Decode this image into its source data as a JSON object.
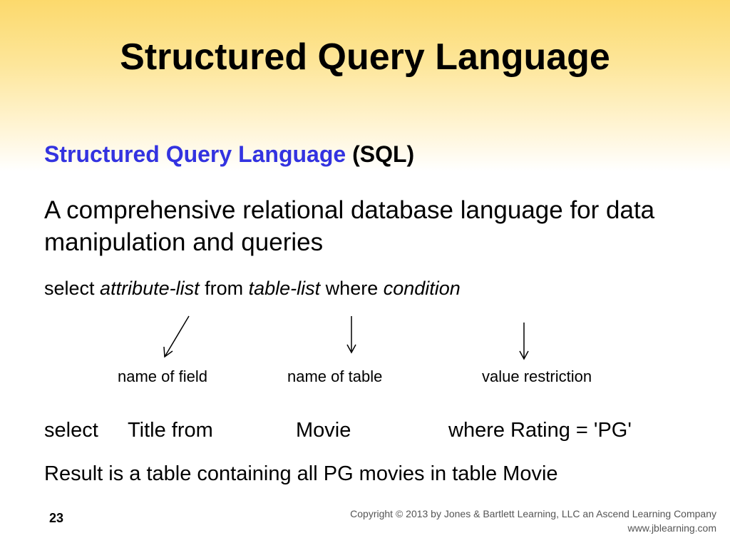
{
  "slide": {
    "title": "Structured Query Language",
    "heading_blue": "Structured Query Language",
    "heading_rest": " (SQL)",
    "description": "A comprehensive relational database language for data manipulation and queries",
    "syntax": {
      "kw_select": "select ",
      "attr": "attribute-list",
      "kw_from": " from ",
      "table": "table-list",
      "kw_where": " where ",
      "cond": "condition"
    },
    "labels": {
      "field": "name of field",
      "table": "name of table",
      "restriction": "value restriction"
    },
    "example": {
      "select": "select",
      "title_from": "Title from",
      "movie": "Movie",
      "where": "where Rating = 'PG'"
    },
    "result": "Result is a table containing all PG movies in table Movie",
    "page_number": "23",
    "copyright": "Copyright © 2013 by Jones & Bartlett Learning, LLC an Ascend Learning Company",
    "website": "www.jblearning.com"
  }
}
